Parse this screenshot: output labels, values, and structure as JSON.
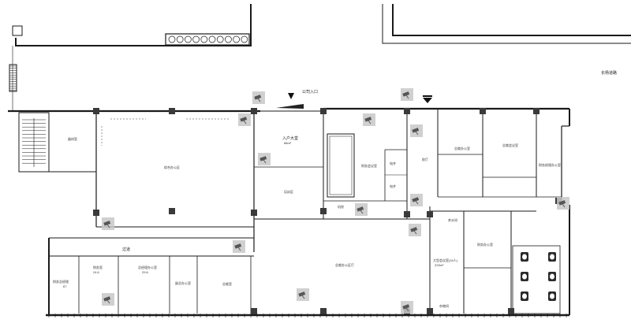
{
  "plan": {
    "street_label": "长杨道路",
    "entrance_label": "公司入口",
    "rooms": {
      "storage": "器材室",
      "open_office": "综合办公区",
      "reception": "入户大堂",
      "reception_area": "88m²",
      "training": "培训区",
      "meeting_room_left": "财务会议室",
      "power_room_1": "电井",
      "power_room_2": "电井",
      "machine_room": "机房",
      "lobby": "前厅",
      "ceo_office": "总裁办公室",
      "ceo_meeting": "总裁会议室",
      "right_office": "财务经理办公室",
      "corridor": "过道",
      "finance_office": "财务总经理",
      "finance_office_area": "67",
      "finance_room": "财务室",
      "finance_room_area": "24.6",
      "director_office": "总经理办公室",
      "director_office_area": "29.6",
      "deputy_office": "副总办公室",
      "admin_room": "总裁室",
      "main_hall": "总裁办公区厅",
      "tea_room": "茶水间",
      "big_meeting": "大型会议室(16人)",
      "big_meeting_area": "229m²",
      "small_office": "财务办公室",
      "store_room": "杂物间"
    },
    "camera_icon_name": "camera-icon",
    "colors": {
      "wall": "#1a1a1a",
      "pillar": "#3a3a3a",
      "camera_bg": "#c8c8c8",
      "camera_body": "#555555"
    }
  }
}
